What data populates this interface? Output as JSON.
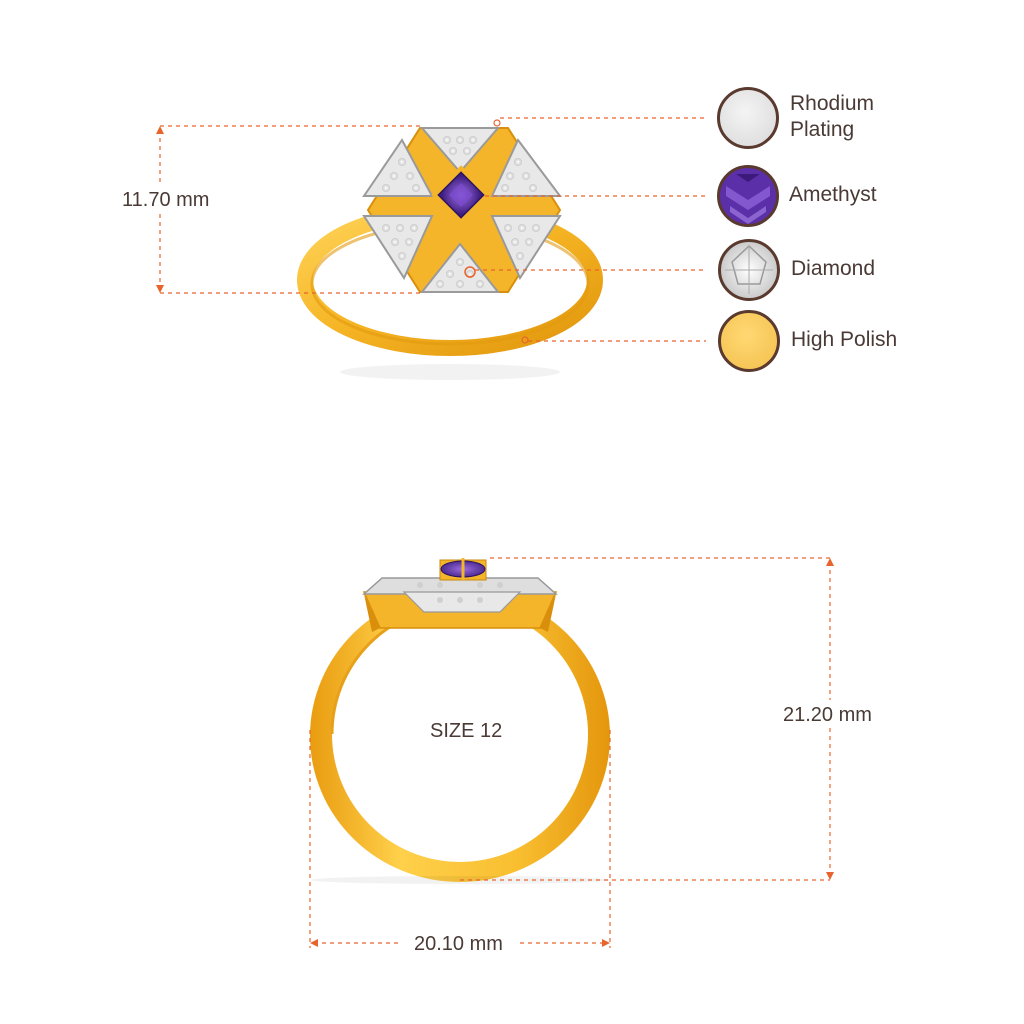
{
  "dimensions": {
    "height_top": "11.70 mm",
    "height_front": "21.20 mm",
    "width_front": "20.10 mm",
    "size": "SIZE 12"
  },
  "legend": [
    {
      "line1": "Rhodium",
      "line2": "Plating",
      "color": "#e4e4e4",
      "icon": "rhodium-swatch"
    },
    {
      "line1": "Amethyst",
      "line2": "",
      "color": "#6a3fb0",
      "icon": "amethyst-swatch"
    },
    {
      "line1": "Diamond",
      "line2": "",
      "color": "#f2f2f2",
      "icon": "diamond-swatch"
    },
    {
      "line1": "High Polish",
      "line2": "",
      "color": "#f6c85c",
      "icon": "gold-swatch"
    }
  ],
  "colors": {
    "dimension_line": "#e8642c",
    "gold": "#f4b52a",
    "gold_dark": "#e39a0f",
    "silver": "#dcdcdc",
    "amethyst": "#5a2e9a"
  }
}
